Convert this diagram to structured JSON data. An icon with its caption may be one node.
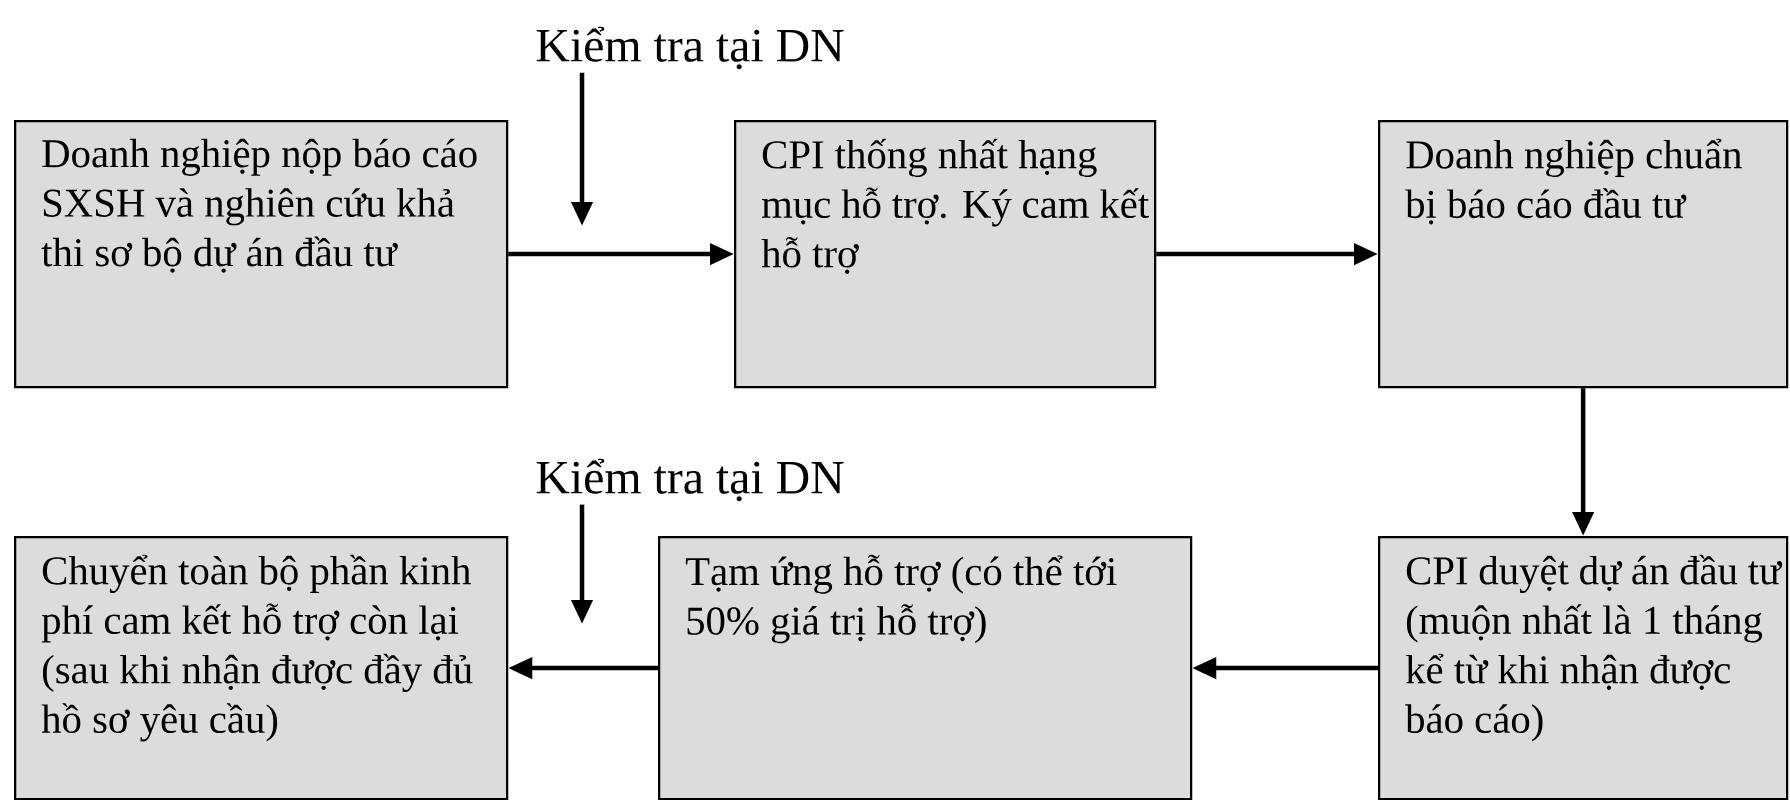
{
  "diagram": {
    "nodes": [
      {
        "text": [
          "Doanh nghiệp nộp báo cáo SXSH và nghiên cứu khả thi sơ bộ dự án đầu tư"
        ]
      },
      {
        "text": [
          "CPI thống nhất hạng mục hỗ trợ.  Ký cam kết hỗ trợ"
        ]
      },
      {
        "text": [
          "Doanh nghiệp chuẩn bị báo cáo đầu tư"
        ]
      },
      {
        "text": [
          "CPI duyệt dự án đầu tư (muộn nhất là 1 tháng kể từ khi nhận được báo cáo)"
        ]
      },
      {
        "text": [
          "Tạm ứng hỗ trợ (có thể tới 50% giá trị hỗ trợ)"
        ]
      },
      {
        "text": [
          "Chuyển toàn bộ phần kinh phí cam kết hỗ trợ còn lại (sau khi nhận được đầy đủ hồ sơ yêu cầu)"
        ]
      },
      {
        "text": [
          "Kiểm tra tại DN"
        ]
      },
      {
        "text": [
          "Kiểm tra tại DN"
        ]
      }
    ],
    "edges": [
      {
        "from": 0,
        "to": 1,
        "arrow": "to"
      },
      {
        "from": 1,
        "to": 2,
        "arrow": "to"
      },
      {
        "from": 2,
        "to": 3,
        "arrow": "to"
      },
      {
        "from": 3,
        "to": 4,
        "arrow": "to"
      },
      {
        "from": 4,
        "to": 5,
        "arrow": "to"
      },
      {
        "from": 6,
        "to": null,
        "arrow": "to"
      },
      {
        "from": 7,
        "to": null,
        "arrow": "to"
      }
    ]
  }
}
